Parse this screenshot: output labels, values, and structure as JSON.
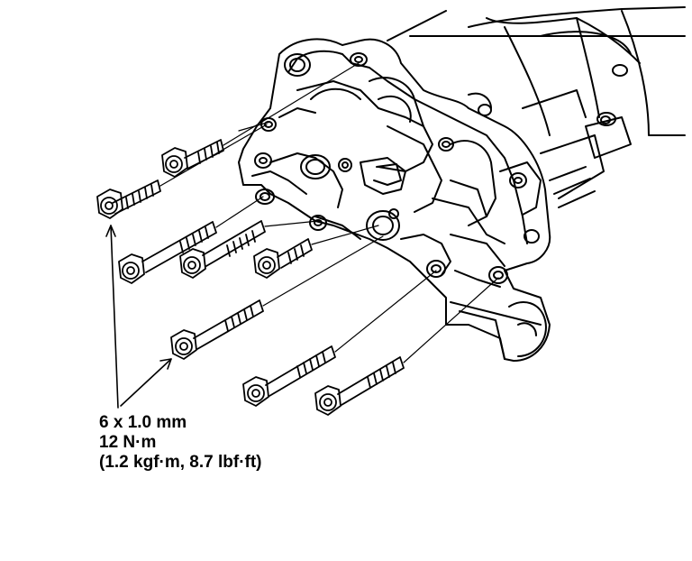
{
  "spec": {
    "thread": "6 x 1.0 mm",
    "torque_nm": "12 N·m",
    "torque_alt": "(1.2 kgf·m, 8.7 lbf·ft)"
  },
  "colors": {
    "ink": "#000000",
    "paper": "#ffffff"
  }
}
